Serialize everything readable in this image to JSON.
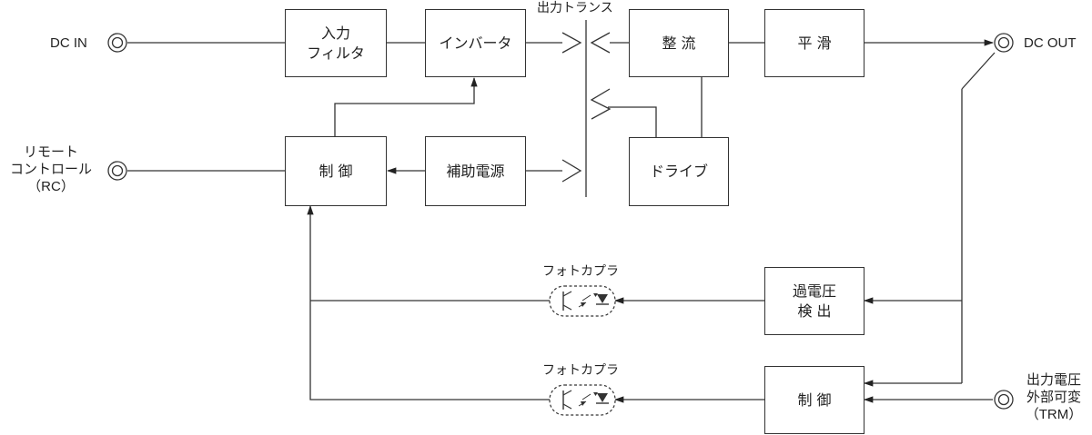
{
  "blocks": {
    "input_filter": [
      "入力",
      "フィルタ"
    ],
    "inverter": "インバータ",
    "rectifier": "整 流",
    "smoothing": "平 滑",
    "control_top": "制 御",
    "aux_power": "補助電源",
    "drive": "ドライブ",
    "ovp_detect": [
      "過電圧",
      "検 出"
    ],
    "control_bottom": "制 御"
  },
  "labels": {
    "output_transformer": "出力トランス",
    "photocoupler_1": "フォトカプラ",
    "photocoupler_2": "フォトカプラ"
  },
  "terminals": {
    "dc_in": "DC IN",
    "dc_out": "DC OUT",
    "remote": [
      "リモート",
      "コントロール",
      "（RC）"
    ],
    "trm": [
      "出力電圧",
      "外部可変",
      "（TRM）"
    ]
  }
}
